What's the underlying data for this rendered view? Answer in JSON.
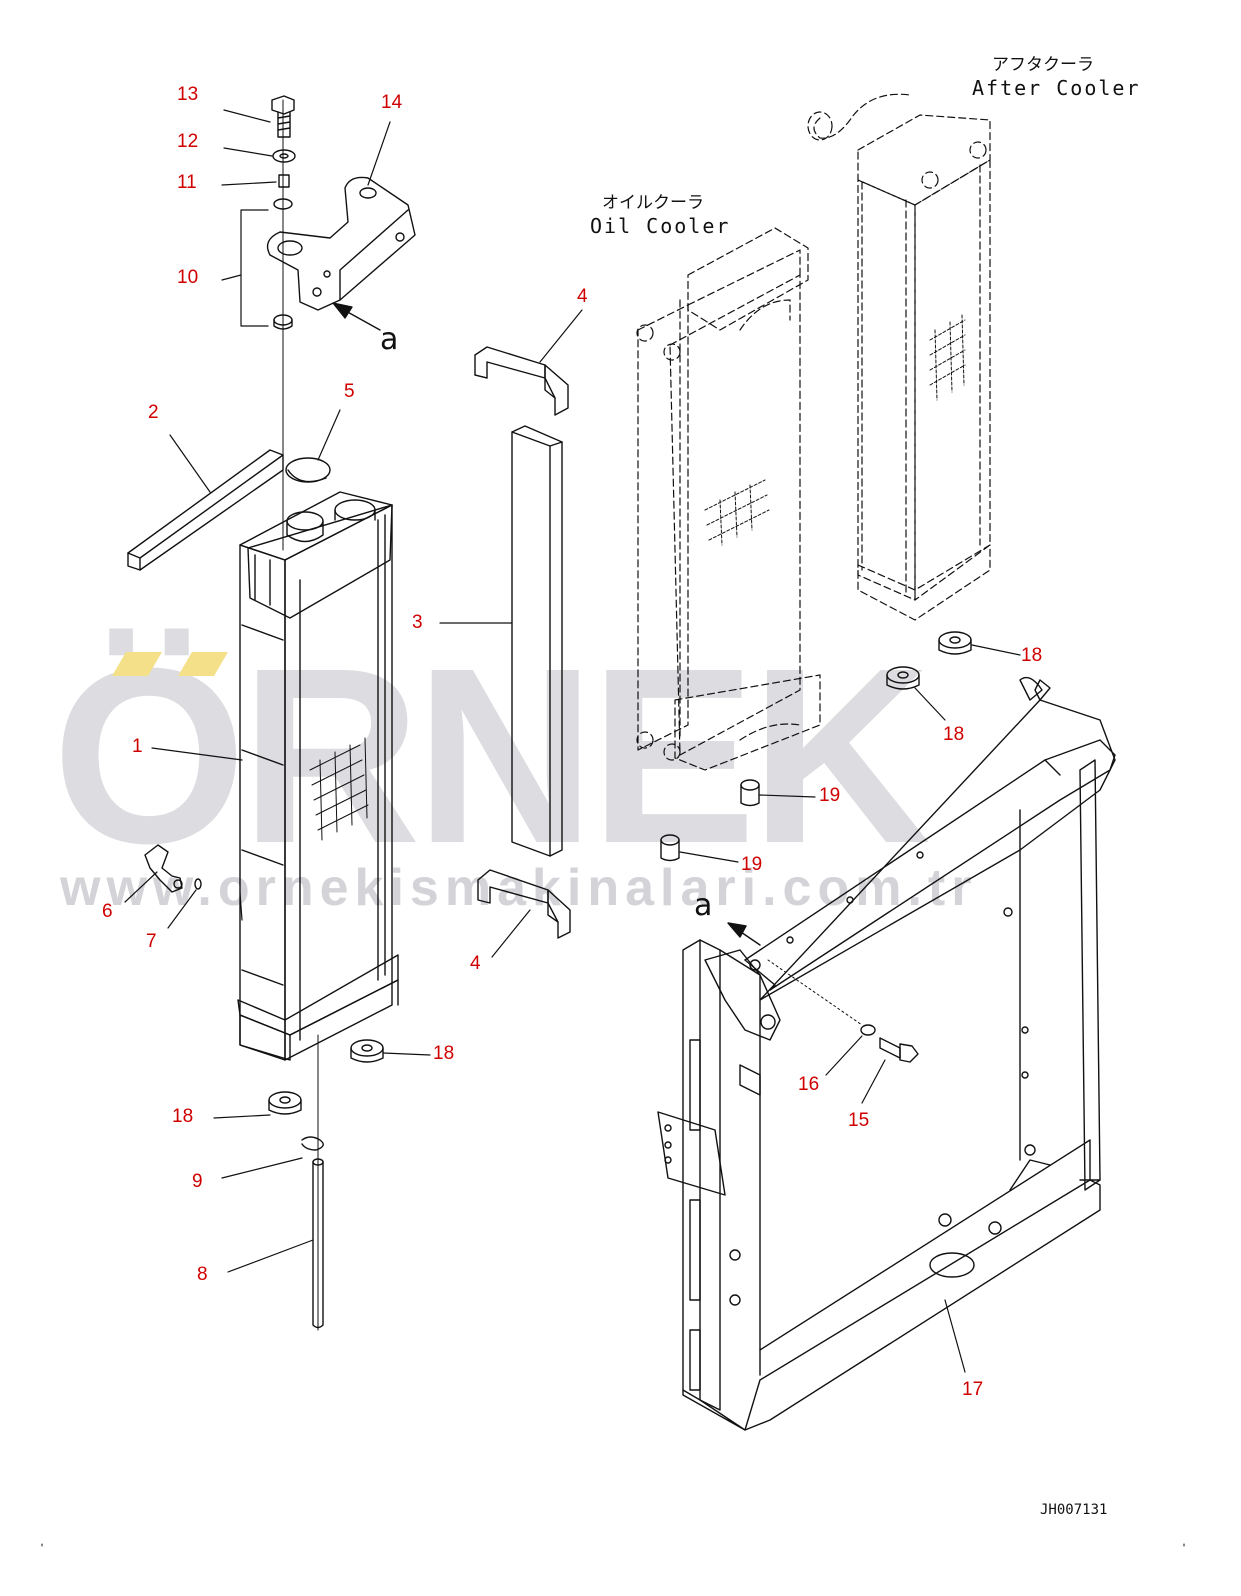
{
  "labels": {
    "oil_cooler_jp": "オイルクーラ",
    "oil_cooler_en": "Oil Cooler",
    "after_cooler_jp": "アフタクーラ",
    "after_cooler_en": "After Cooler",
    "view_a": "a",
    "drawing_code": "JH007131"
  },
  "watermark": {
    "brand": "ÖRNEK",
    "url": "www.ornekismakinalari.com.tr",
    "brand_color": "#d8d8dc",
    "accent_color": "#f5e08a"
  },
  "callouts": [
    {
      "id": "c13",
      "text": "13"
    },
    {
      "id": "c12",
      "text": "12"
    },
    {
      "id": "c11",
      "text": "11"
    },
    {
      "id": "c10",
      "text": "10"
    },
    {
      "id": "c14",
      "text": "14"
    },
    {
      "id": "c2",
      "text": "2"
    },
    {
      "id": "c5",
      "text": "5"
    },
    {
      "id": "c4a",
      "text": "4"
    },
    {
      "id": "c3",
      "text": "3"
    },
    {
      "id": "c1",
      "text": "1"
    },
    {
      "id": "c6",
      "text": "6"
    },
    {
      "id": "c7",
      "text": "7"
    },
    {
      "id": "c4b",
      "text": "4"
    },
    {
      "id": "c18a",
      "text": "18"
    },
    {
      "id": "c18b",
      "text": "18"
    },
    {
      "id": "c18c",
      "text": "18"
    },
    {
      "id": "c18d",
      "text": "18"
    },
    {
      "id": "c19a",
      "text": "19"
    },
    {
      "id": "c19b",
      "text": "19"
    },
    {
      "id": "c9",
      "text": "9"
    },
    {
      "id": "c8",
      "text": "8"
    },
    {
      "id": "c16",
      "text": "16"
    },
    {
      "id": "c15",
      "text": "15"
    },
    {
      "id": "c17",
      "text": "17"
    }
  ],
  "colors": {
    "callout": "#d00000",
    "line": "#111111"
  }
}
